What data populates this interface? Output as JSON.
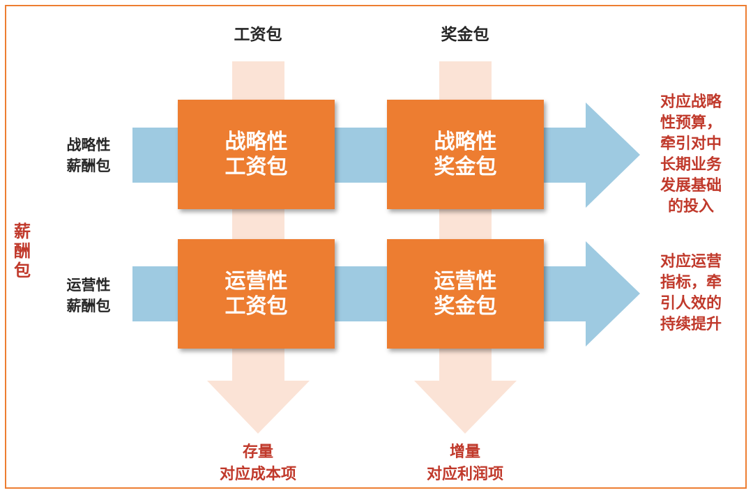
{
  "columns": {
    "salary_label": "工资包",
    "bonus_label": "奖金包"
  },
  "rows": {
    "strategic": [
      "战略性",
      "薪酬包"
    ],
    "operational": [
      "运营性",
      "薪酬包"
    ]
  },
  "side_label": [
    "薪",
    "酬",
    "包"
  ],
  "cells": {
    "strategic_salary": [
      "战略性",
      "工资包"
    ],
    "strategic_bonus": [
      "战略性",
      "奖金包"
    ],
    "operational_salary": [
      "运营性",
      "工资包"
    ],
    "operational_bonus": [
      "运营性",
      "奖金包"
    ]
  },
  "right_notes": {
    "strategic": [
      "对应战略",
      "性预算，",
      "牵引对中",
      "长期业务",
      "发展基础",
      "的投入"
    ],
    "operational": [
      "对应运营",
      "指标，牵",
      "引人效的",
      "持续提升"
    ]
  },
  "bottom_outcomes": {
    "salary": [
      "存量",
      "对应成本项"
    ],
    "bonus": [
      "增量",
      "对应利润项"
    ]
  },
  "colors": {
    "box": "#ed7d31",
    "horizontal_arrow": "#9ecae1",
    "vertical_arrow": "#fbe3d6",
    "note_text": "#c0392b",
    "frame": "#ed7d31"
  }
}
